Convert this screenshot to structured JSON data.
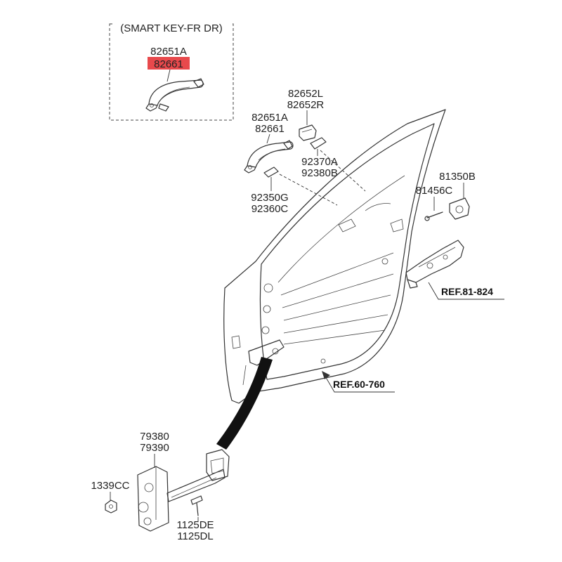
{
  "inset": {
    "title": "(SMART KEY-FR DR)"
  },
  "labels": {
    "inset_part_a": "82651A",
    "inset_part_b": "82661",
    "handle_part_a": "82651A",
    "handle_part_b": "82661",
    "cover_l": "82652L",
    "cover_r": "82652R",
    "pad_a": "92370A",
    "pad_b": "92380B",
    "gasket_g": "92350G",
    "gasket_c": "92360C",
    "striker_a": "81350B",
    "striker_b": "81456C",
    "checker_a": "79380",
    "checker_b": "79390",
    "nut": "1339CC",
    "bolt_e": "1125DE",
    "bolt_l": "1125DL"
  },
  "refs": {
    "latch_ref": "REF.81-824",
    "door_ref": "REF.60-760"
  },
  "highlight_color": "#e8494c"
}
